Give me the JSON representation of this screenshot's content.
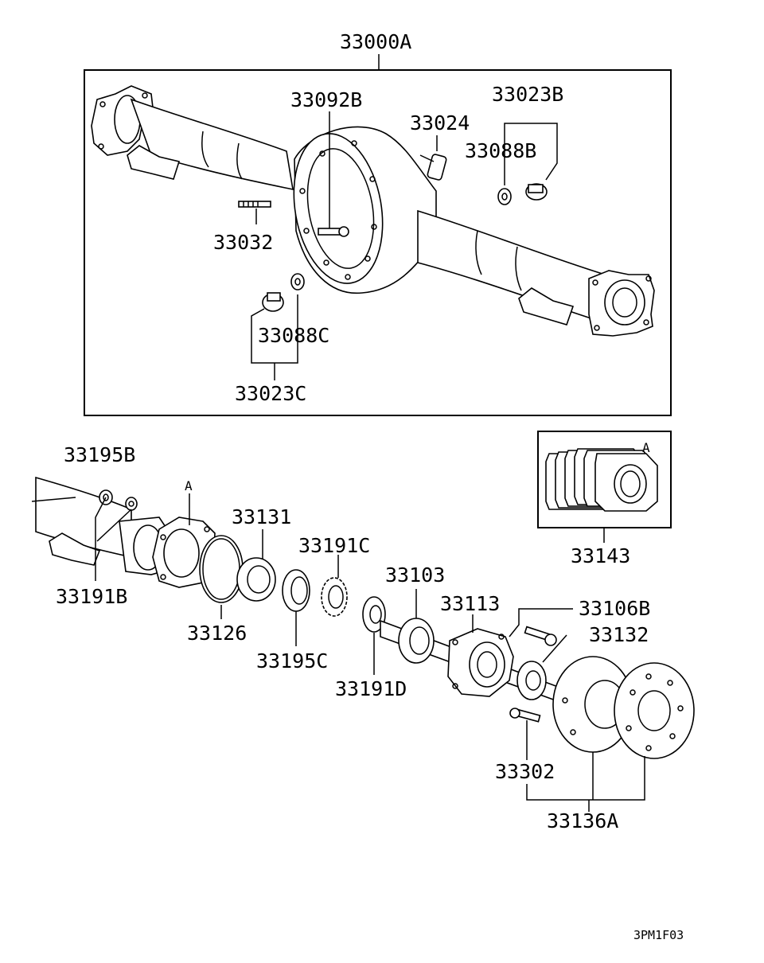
{
  "labels": {
    "assembly_main": "33000A",
    "p33092B": "33092B",
    "p33024": "33024",
    "p33023B": "33023B",
    "p33088B": "33088B",
    "p33032": "33032",
    "p33088C": "33088C",
    "p33023C": "33023C",
    "p33195B": "33195B",
    "ref_a_left": "A",
    "p33131": "33131",
    "p33191C": "33191C",
    "p33191B": "33191B",
    "p33126": "33126",
    "p33195C": "33195C",
    "p33103": "33103",
    "p33113": "33113",
    "p33106B": "33106B",
    "p33132": "33132",
    "p33191D": "33191D",
    "p33302": "33302",
    "p33136A": "33136A",
    "ref_a_box": "A",
    "p33143": "33143"
  },
  "footer": {
    "drawing_code": "3PM1F03"
  }
}
